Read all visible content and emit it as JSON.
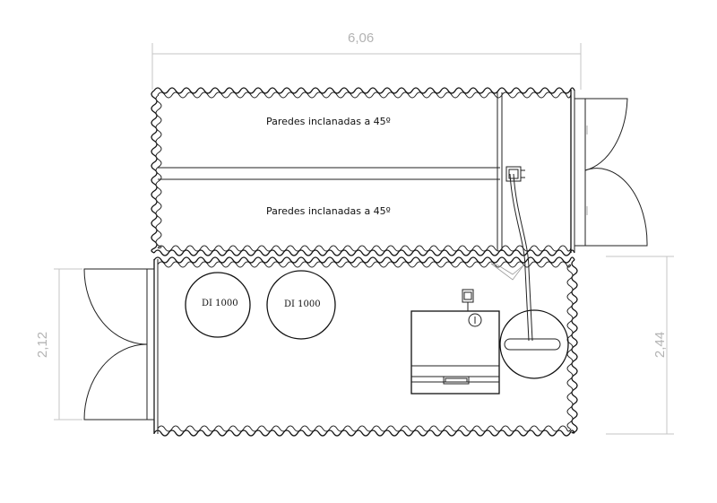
{
  "dimensions": {
    "top": "6,06",
    "left": "2,12",
    "right": "2,44"
  },
  "labels": {
    "upper_wall": "Paredes inclanadas a 45º",
    "lower_wall": "Paredes inclanadas a 45º"
  },
  "tanks": [
    {
      "label": "DI 1000"
    },
    {
      "label": "DI 1000"
    }
  ],
  "colors": {
    "line": "#111111",
    "dimension": "#b3b3b3"
  }
}
